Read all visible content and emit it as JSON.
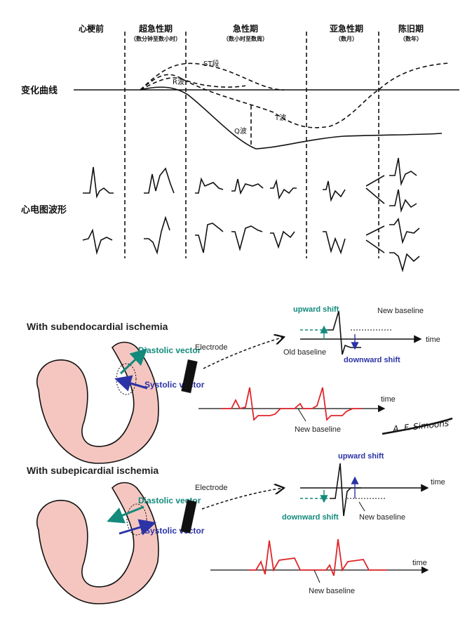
{
  "top_panel": {
    "phases": [
      {
        "label": "心梗前",
        "sub": ""
      },
      {
        "label": "超急性期",
        "sub": "（数分钟至数小时）"
      },
      {
        "label": "急性期",
        "sub": "（数小时至数周）"
      },
      {
        "label": "亚急性期",
        "sub": "（数月）"
      },
      {
        "label": "陈旧期",
        "sub": "（数年）"
      }
    ],
    "row_labels": {
      "curves": "变化曲线",
      "ecg": "心电图波形"
    },
    "curve_labels": {
      "st": "ST段",
      "r": "R波",
      "t": "T波",
      "q": "Q波"
    }
  },
  "subendo": {
    "title": "With subendocardial ischemia",
    "diastolic": "Diastolic vector",
    "systolic": "Systolic vector",
    "electrode": "Electrode",
    "upward": "upward shift",
    "new_baseline_top": "New baseline",
    "old_baseline": "Old baseline",
    "downward": "downward shift",
    "time1": "time",
    "time2": "time",
    "new_baseline_bottom": "New baseline",
    "signature": "A. F. Simoons"
  },
  "subepi": {
    "title": "With subepicardial ischemia",
    "diastolic": "Diastolic vector",
    "systolic": "Systolic vector",
    "electrode": "Electrode",
    "upward": "upward shift",
    "downward": "downward shift",
    "new_baseline_top": "New baseline",
    "time1": "time",
    "time2": "time",
    "new_baseline_bottom": "New baseline"
  },
  "colors": {
    "teal": "#138a7c",
    "blue": "#2b33a6",
    "red": "#e0252a",
    "heart": "#f5c6c0"
  }
}
